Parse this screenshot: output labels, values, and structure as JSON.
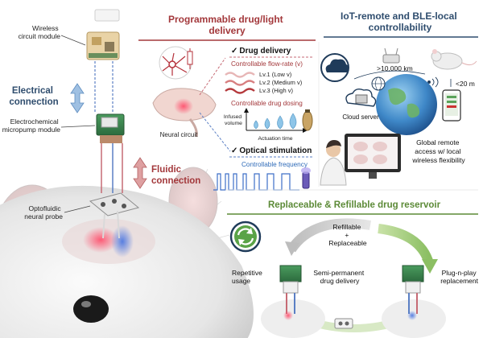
{
  "left_panel": {
    "labels": {
      "wireless_circuit_module": [
        "Wireless",
        "circuit module"
      ],
      "electrical_connection": [
        "Electrical",
        "connection"
      ],
      "electrochemical_micropump_module": [
        "Electrochemical",
        "micropump module"
      ],
      "fluidic_connection": [
        "Fluidic",
        "connection"
      ],
      "optofluidic_neural_probe": [
        "Optofluidic",
        "neural probe"
      ]
    }
  },
  "programmable_panel": {
    "title": [
      "Programmable drug/light",
      "delivery"
    ],
    "neural_circuit": "Neural circuit",
    "drug_delivery": "Drug delivery",
    "flow_rate": "Controllable flow-rate",
    "flow_symbol": "(v)",
    "levels": [
      "Lv.1 (Low v)",
      "Lv.2 (Medium v)",
      "Lv.3 (High v)"
    ],
    "drug_dosing": "Controllable drug dosing",
    "infused_volume": [
      "Infused",
      "volume"
    ],
    "actuation_time": "Actuation time",
    "optical_stimulation": "Optical stimulation",
    "frequency": "Controllable frequency",
    "checkmark": "✓"
  },
  "iot_panel": {
    "title": [
      "IoT-remote and BLE-local",
      "controllability"
    ],
    "distance_far": ">10,000 km",
    "distance_near": "<20 m",
    "cloud_server": "Cloud server",
    "global_access": [
      "Global remote",
      "access w/ local",
      "wireless flexibility"
    ]
  },
  "reservoir_panel": {
    "title": "Replaceable & Refillable drug reservoir",
    "refill": [
      "Refillable",
      "+",
      "Replaceable"
    ],
    "repetitive": [
      "Repetitive",
      "usage"
    ],
    "semi_permanent": [
      "Semi-permanent",
      "drug delivery"
    ],
    "plug_n_play": [
      "Plug-n-play",
      "replacement"
    ]
  },
  "colors": {
    "title_red": "#a3383b",
    "title_blue": "#2f4d6e",
    "title_green": "#5c8a37",
    "arrow_blue": "#7fa9d2",
    "arrow_red": "#c97c7d"
  }
}
